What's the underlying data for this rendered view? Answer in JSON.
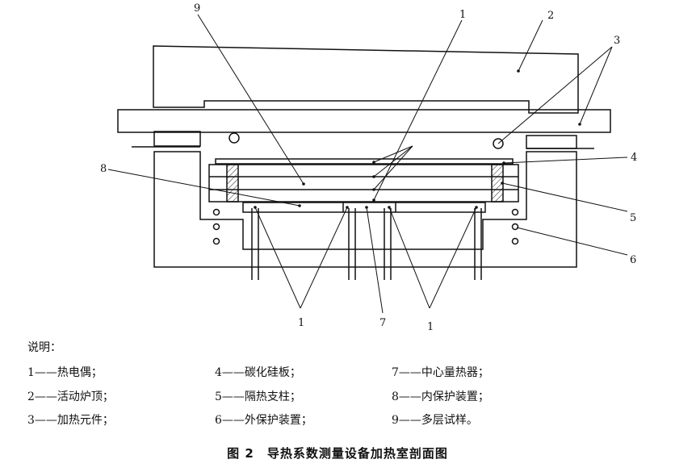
{
  "figure": {
    "callouts": {
      "c1_top": "1",
      "c2": "2",
      "c3": "3",
      "c4": "4",
      "c5": "5",
      "c6": "6",
      "c7": "7",
      "c8": "8",
      "c9": "9",
      "c1_bottom_left": "1",
      "c1_bottom_right": "1"
    }
  },
  "legend": {
    "title": "说明：",
    "items": [
      "1——热电偶；",
      "2——活动炉顶；",
      "3——加热元件；",
      "4——碳化硅板；",
      "5——隔热支柱；",
      "6——外保护装置；",
      "7——中心量热器；",
      "8——内保护装置；",
      "9——多层试样。"
    ]
  },
  "caption": "图 2　导热系数测量设备加热室剖面图"
}
